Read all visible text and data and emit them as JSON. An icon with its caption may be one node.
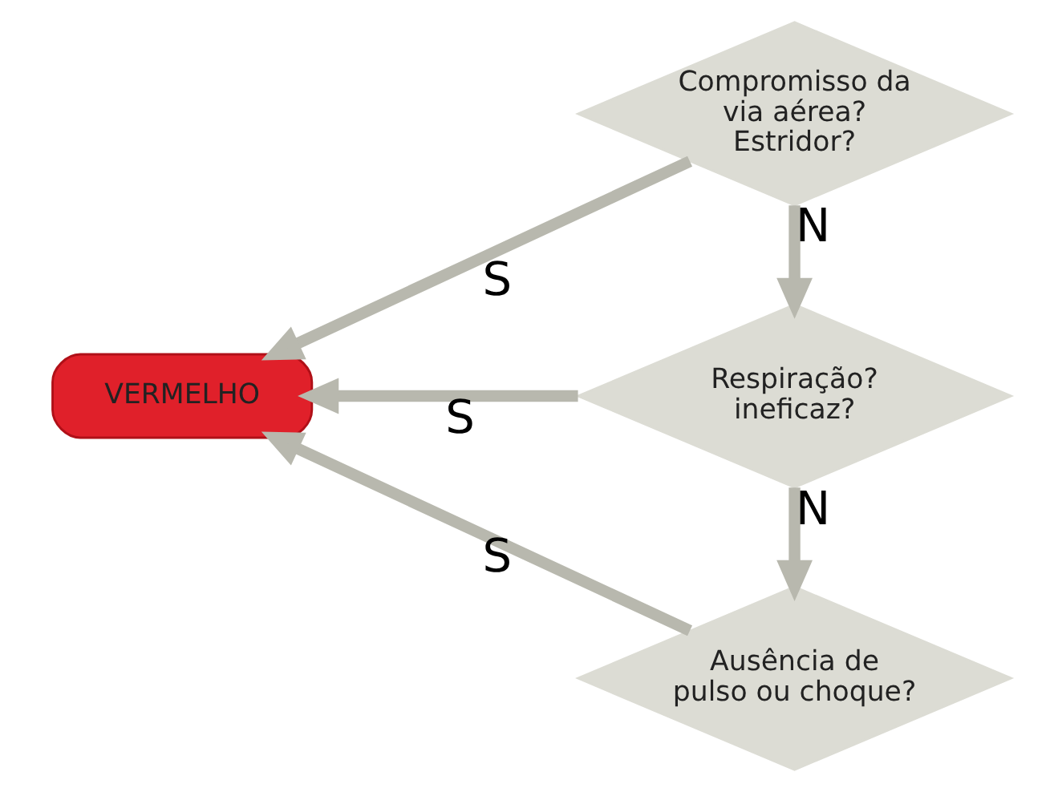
{
  "diagram": {
    "nodes": [
      {
        "text": [
          "VERMELHO"
        ]
      },
      {
        "text": [
          "Compromisso da via aérea? Estridor?"
        ]
      },
      {
        "text": [
          "Respiração? ineficaz?"
        ]
      },
      {
        "text": [
          "Ausência de pulso ou choque?"
        ]
      }
    ],
    "edges": [
      {
        "from": 1,
        "to": 0,
        "arrow": "to",
        "label": "S"
      },
      {
        "from": 1,
        "to": 2,
        "arrow": "to",
        "label": "N"
      },
      {
        "from": 2,
        "to": 0,
        "arrow": "to",
        "label": "S"
      },
      {
        "from": 2,
        "to": 3,
        "arrow": "to",
        "label": "N"
      },
      {
        "from": 3,
        "to": 0,
        "arrow": "to",
        "label": "S"
      }
    ]
  }
}
